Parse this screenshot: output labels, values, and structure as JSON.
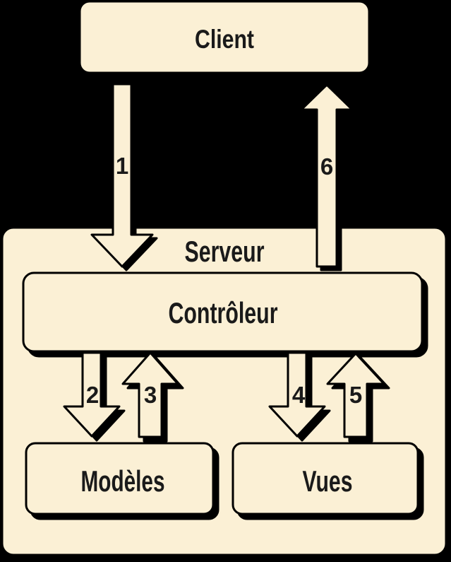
{
  "diagram": {
    "colors": {
      "background": "#000000",
      "box_fill": "#FBF0D5",
      "outline": "#000000",
      "text": "#1A1A1A"
    },
    "nodes": {
      "client": {
        "label": "Client"
      },
      "serveur": {
        "label": "Serveur"
      },
      "controleur": {
        "label": "Contrôleur"
      },
      "modeles": {
        "label": "Modèles"
      },
      "vues": {
        "label": "Vues"
      }
    },
    "arrows": [
      {
        "label": "1",
        "direction": "down",
        "from": "Client",
        "to": "Contrôleur"
      },
      {
        "label": "2",
        "direction": "down",
        "from": "Contrôleur",
        "to": "Modèles"
      },
      {
        "label": "3",
        "direction": "up",
        "from": "Modèles",
        "to": "Contrôleur"
      },
      {
        "label": "4",
        "direction": "down",
        "from": "Contrôleur",
        "to": "Vues"
      },
      {
        "label": "5",
        "direction": "up",
        "from": "Vues",
        "to": "Contrôleur"
      },
      {
        "label": "6",
        "direction": "up",
        "from": "Contrôleur",
        "to": "Client"
      }
    ]
  }
}
